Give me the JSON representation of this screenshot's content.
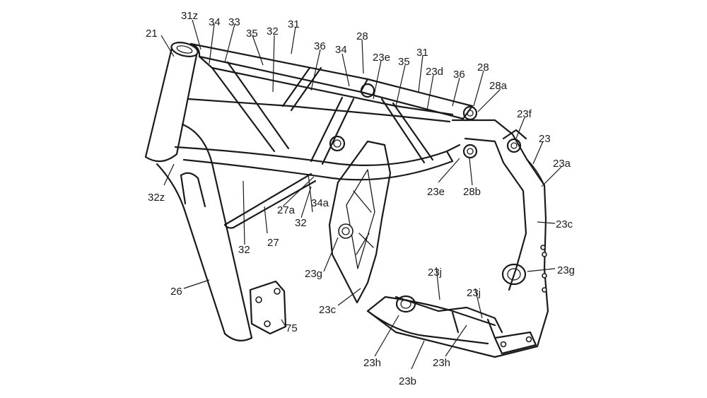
{
  "figure": {
    "labels": [
      {
        "id": "l21",
        "text": "21"
      },
      {
        "id": "l31z",
        "text": "31z"
      },
      {
        "id": "l34a",
        "text": "34"
      },
      {
        "id": "l33",
        "text": "33"
      },
      {
        "id": "l35a",
        "text": "35"
      },
      {
        "id": "l32a",
        "text": "32"
      },
      {
        "id": "l31a",
        "text": "31"
      },
      {
        "id": "l36a",
        "text": "36"
      },
      {
        "id": "l34b",
        "text": "34"
      },
      {
        "id": "l28a",
        "text": "28"
      },
      {
        "id": "l23e1",
        "text": "23e"
      },
      {
        "id": "l35b",
        "text": "35"
      },
      {
        "id": "l31b",
        "text": "31"
      },
      {
        "id": "l23d",
        "text": "23d"
      },
      {
        "id": "l36b",
        "text": "36"
      },
      {
        "id": "l28b",
        "text": "28"
      },
      {
        "id": "l28sa",
        "text": "28a"
      },
      {
        "id": "l23f",
        "text": "23f"
      },
      {
        "id": "l23",
        "text": "23"
      },
      {
        "id": "l23a",
        "text": "23a"
      },
      {
        "id": "l32z",
        "text": "32z"
      },
      {
        "id": "l27a",
        "text": "27a"
      },
      {
        "id": "l34sa",
        "text": "34a"
      },
      {
        "id": "l32b",
        "text": "32"
      },
      {
        "id": "l23e2",
        "text": "23e"
      },
      {
        "id": "l28sb",
        "text": "28b"
      },
      {
        "id": "l23c1",
        "text": "23c"
      },
      {
        "id": "l32c",
        "text": "32"
      },
      {
        "id": "l27",
        "text": "27"
      },
      {
        "id": "l23g1",
        "text": "23g"
      },
      {
        "id": "l23g2",
        "text": "23g"
      },
      {
        "id": "l26",
        "text": "26"
      },
      {
        "id": "l23c2",
        "text": "23c"
      },
      {
        "id": "l23j1",
        "text": "23j"
      },
      {
        "id": "l23j2",
        "text": "23j"
      },
      {
        "id": "l75",
        "text": "75"
      },
      {
        "id": "l23h1",
        "text": "23h"
      },
      {
        "id": "l23h2",
        "text": "23h"
      },
      {
        "id": "l23b",
        "text": "23b"
      }
    ]
  }
}
